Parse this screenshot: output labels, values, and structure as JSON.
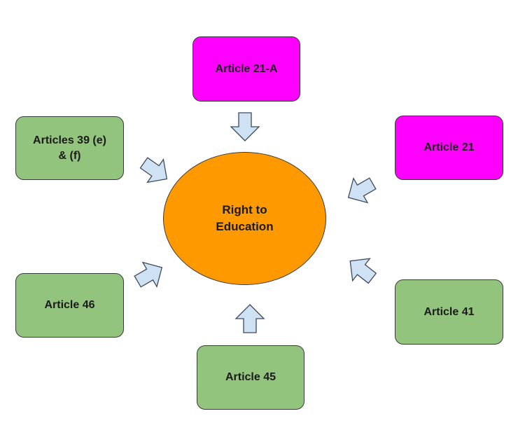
{
  "center": {
    "label": "Right to\nEducation",
    "color": "#ff9900"
  },
  "nodes": {
    "article_21a": {
      "label": "Article 21-A",
      "color": "#ff00ff"
    },
    "article_21": {
      "label": "Article 21",
      "color": "#ff00ff"
    },
    "articles_39": {
      "label": "Articles 39 (e)\n& (f)",
      "color": "#93c47d"
    },
    "article_46": {
      "label": "Article 46",
      "color": "#93c47d"
    },
    "article_41": {
      "label": "Article 41",
      "color": "#93c47d"
    },
    "article_45": {
      "label": "Article 45",
      "color": "#93c47d"
    }
  },
  "arrow_color": "#cfe2f3"
}
